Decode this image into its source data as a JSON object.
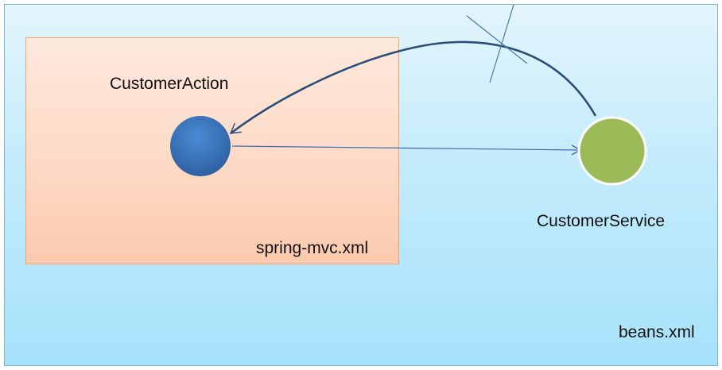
{
  "labels": {
    "customer_action": "CustomerAction",
    "customer_service": "CustomerService",
    "spring_mvc": "spring-mvc.xml",
    "beans": "beans.xml"
  },
  "colors": {
    "action_node": "#3a75bf",
    "service_node": "#9bbb59",
    "arrow": "#3f6ea8",
    "curve": "#2b4e78",
    "cross_mark": "#4a78a6"
  },
  "icons": {
    "blocked_marker": "cross-mark-icon"
  }
}
